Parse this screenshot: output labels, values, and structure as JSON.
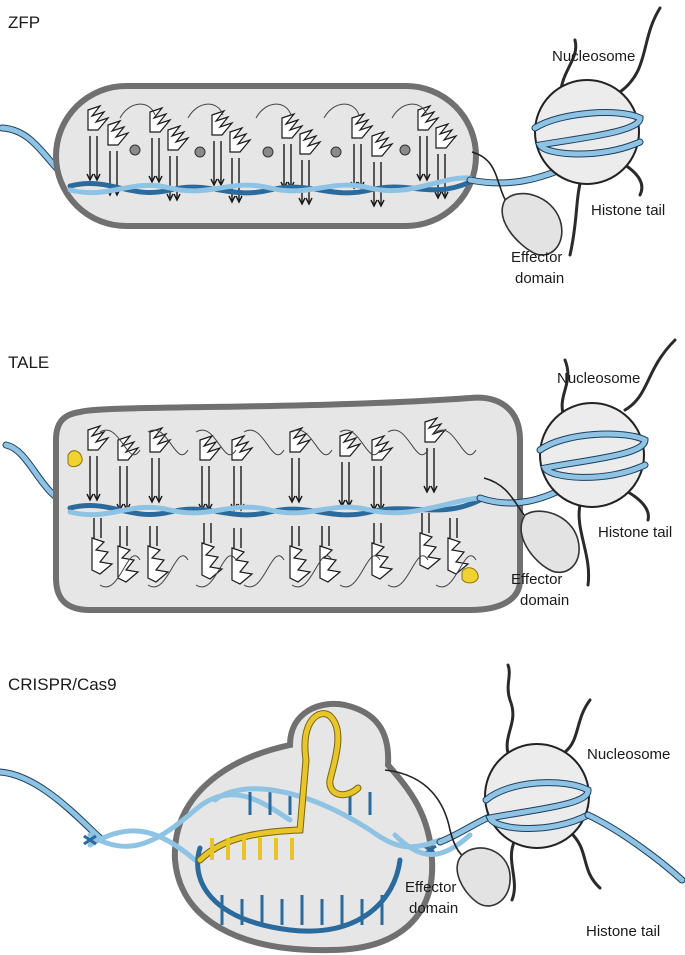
{
  "panels": {
    "zfp": {
      "title": "ZFP",
      "labels": {
        "nucleosome": "Nucleosome",
        "histone_tail": "Histone tail",
        "effector_line1": "Effector",
        "effector_line2": "domain"
      }
    },
    "tale": {
      "title": "TALE",
      "labels": {
        "nucleosome": "Nucleosome",
        "histone_tail": "Histone tail",
        "effector_line1": "Effector",
        "effector_line2": "domain"
      }
    },
    "crispr": {
      "title": "CRISPR/Cas9",
      "labels": {
        "nucleosome": "Nucleosome",
        "histone_tail": "Histone tail",
        "effector_line1": "Effector",
        "effector_line2": "domain"
      }
    }
  },
  "colors": {
    "dna_light": "#8fc3e3",
    "dna_dark": "#2a6a9c",
    "protein_body": "#e6e6e6",
    "guide_rna": "#e8c62a",
    "tale_marker": "#f2d22e"
  }
}
